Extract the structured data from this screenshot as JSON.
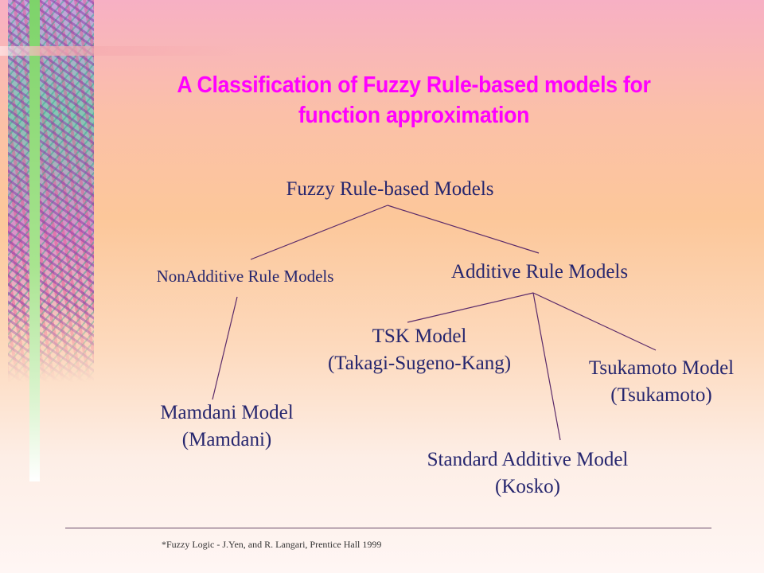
{
  "title": {
    "line1": "A Classification  of Fuzzy Rule-based models for",
    "line2": "function approximation"
  },
  "diagram": {
    "root": "Fuzzy Rule-based Models",
    "nonadditive": "NonAdditive Rule Models",
    "additive": "Additive Rule Models",
    "mamdani": {
      "name": "Mamdani Model",
      "author": "(Mamdani)"
    },
    "tsk": {
      "name": "TSK Model",
      "author": "(Takagi-Sugeno-Kang)"
    },
    "tsukamoto": {
      "name": "Tsukamoto Model",
      "author": "(Tsukamoto)"
    },
    "sam": {
      "name": "Standard Additive Model",
      "author": "(Kosko)"
    }
  },
  "footnote": "*Fuzzy Logic - J.Yen, and R. Langari, Prentice Hall 1999",
  "colors": {
    "title": "#ff00ff",
    "text": "#26266e",
    "lines": "#5a2a6a",
    "accent_bar": "#7dd36a"
  }
}
